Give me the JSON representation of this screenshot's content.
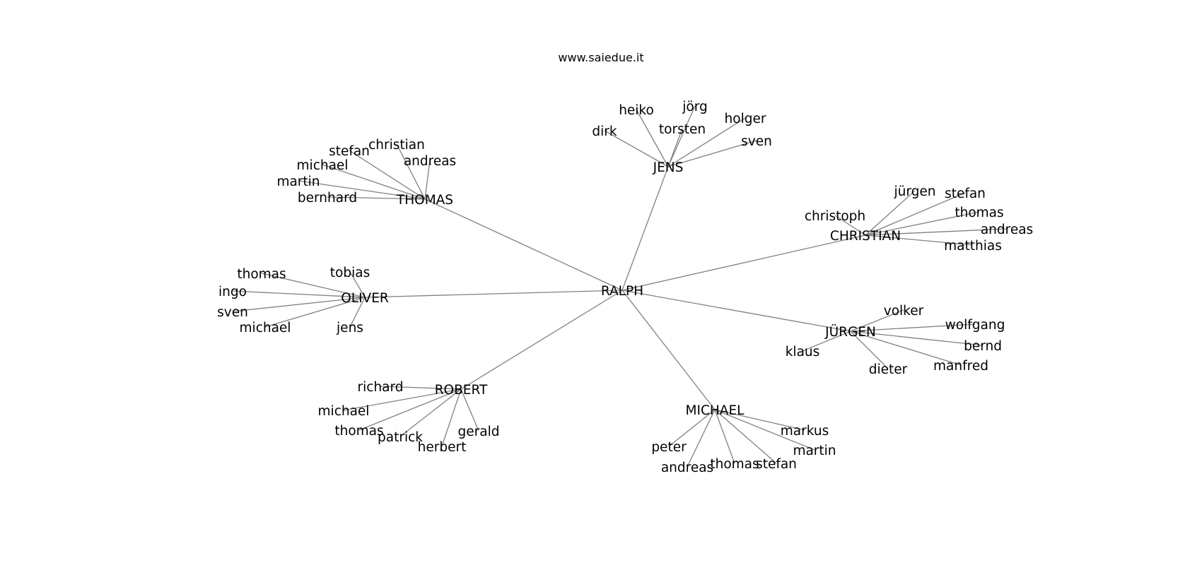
{
  "title": "www.saiedue.it",
  "colors": {
    "edge": "#808080",
    "text": "#000000",
    "background": "#ffffff"
  },
  "graph": {
    "root": "RALPH",
    "groups": [
      {
        "hub": "JENS",
        "leaves": [
          "heiko",
          "jörg",
          "dirk",
          "torsten",
          "holger",
          "sven"
        ]
      },
      {
        "hub": "THOMAS",
        "leaves": [
          "christian",
          "stefan",
          "andreas",
          "michael",
          "martin",
          "bernhard"
        ]
      },
      {
        "hub": "CHRISTIAN",
        "leaves": [
          "jürgen",
          "stefan",
          "christoph",
          "thomas",
          "andreas",
          "matthias"
        ]
      },
      {
        "hub": "OLIVER",
        "leaves": [
          "thomas",
          "tobias",
          "ingo",
          "sven",
          "michael",
          "jens"
        ]
      },
      {
        "hub": "JÜRGEN",
        "leaves": [
          "volker",
          "wolfgang",
          "klaus",
          "bernd",
          "manfred",
          "dieter"
        ]
      },
      {
        "hub": "ROBERT",
        "leaves": [
          "richard",
          "michael",
          "thomas",
          "gerald",
          "patrick",
          "herbert"
        ]
      },
      {
        "hub": "MICHAEL",
        "leaves": [
          "markus",
          "peter",
          "martin",
          "andreas",
          "thomas",
          "stefan"
        ]
      }
    ]
  }
}
